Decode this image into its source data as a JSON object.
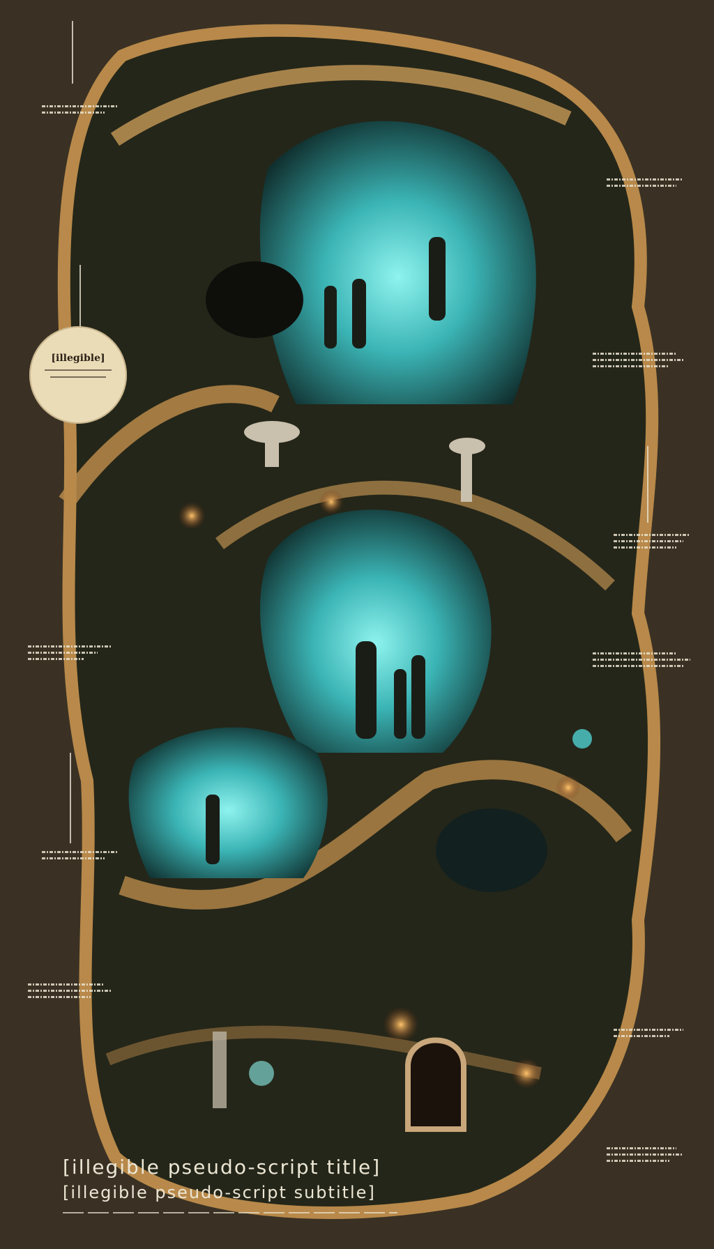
{
  "illustration": {
    "subject": "Fantasy cave system cross-section map with glowing turquoise caverns",
    "colors": {
      "background": "#3a3124",
      "rock_dark": "#1f2219",
      "rock_edge": "#b8894a",
      "crystal_glow": "#4fd0cf",
      "lantern_glow": "#e0873a",
      "annotation_ink": "#e9e2cf"
    }
  },
  "legend_badge": {
    "title": "[illegible]",
    "lines": [
      "[illegible]",
      "[illegible]"
    ]
  },
  "annotations": [
    {
      "position": "top-left",
      "text": "[illegible]"
    },
    {
      "position": "upper-right",
      "text": "[illegible]"
    },
    {
      "position": "mid-right",
      "text": "[illegible]"
    },
    {
      "position": "left-middle",
      "text": "[illegible]"
    },
    {
      "position": "right-middle",
      "text": "[illegible]"
    },
    {
      "position": "left-lower",
      "text": "[illegible]"
    },
    {
      "position": "bottom-left",
      "text": "[illegible]"
    },
    {
      "position": "bottom-right",
      "text": "[illegible]"
    }
  ],
  "footer": {
    "line1": "[illegible pseudo-script title]",
    "line2": "[illegible pseudo-script subtitle]"
  }
}
